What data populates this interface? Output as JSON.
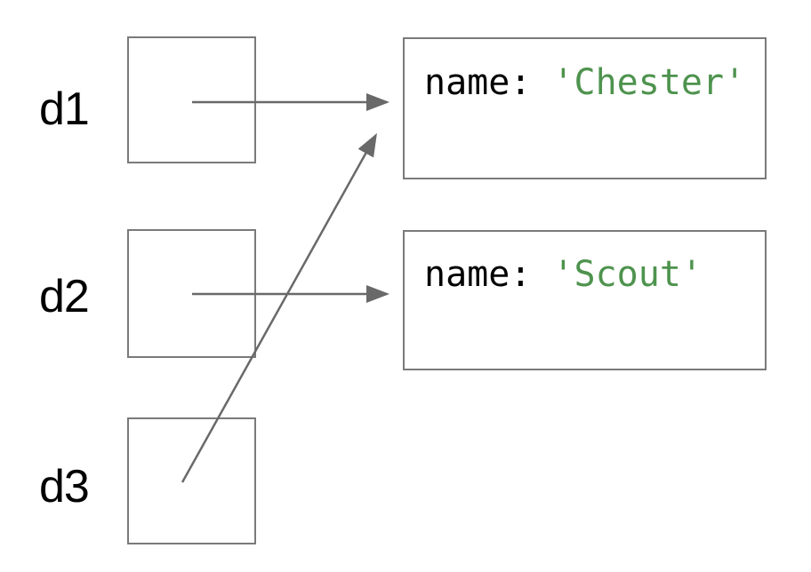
{
  "diagram": {
    "variables": [
      {
        "name": "d1"
      },
      {
        "name": "d2"
      },
      {
        "name": "d3"
      }
    ],
    "objects": [
      {
        "attribute": "name:",
        "value": "'Chester'"
      },
      {
        "attribute": "name:",
        "value": "'Scout'"
      }
    ],
    "references": [
      {
        "from": "d1",
        "to": "object with name: 'Chester'"
      },
      {
        "from": "d2",
        "to": "object with name: 'Scout'"
      },
      {
        "from": "d3",
        "to": "object with name: 'Chester'"
      }
    ]
  },
  "colors": {
    "text-color": "#000000",
    "string-color": "#4e934e",
    "box-border-color": "#7a7a7a",
    "arrow-color": "#696969"
  }
}
